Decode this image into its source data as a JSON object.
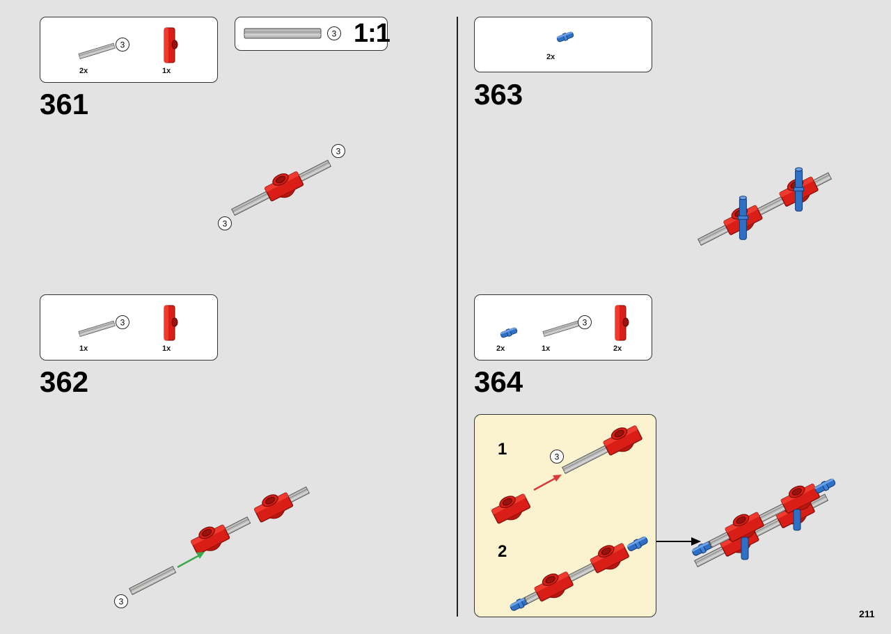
{
  "page": {
    "number": "211"
  },
  "scale_box": {
    "axle_length": "3",
    "ratio": "1:1"
  },
  "steps": [
    {
      "number": "361",
      "parts": [
        {
          "name": "axle",
          "length": "3",
          "quantity": "2x"
        },
        {
          "name": "red-connector",
          "quantity": "1x"
        }
      ],
      "callouts": [
        "3",
        "3"
      ]
    },
    {
      "number": "362",
      "parts": [
        {
          "name": "axle",
          "length": "3",
          "quantity": "1x"
        },
        {
          "name": "red-connector",
          "quantity": "1x"
        }
      ],
      "callouts": [
        "3"
      ]
    },
    {
      "number": "363",
      "parts": [
        {
          "name": "blue-pin",
          "quantity": "2x"
        }
      ]
    },
    {
      "number": "364",
      "parts": [
        {
          "name": "blue-pin",
          "quantity": "2x"
        },
        {
          "name": "axle",
          "length": "3",
          "quantity": "1x"
        },
        {
          "name": "red-connector",
          "quantity": "2x"
        }
      ],
      "substeps": [
        {
          "number": "1",
          "callout": "3"
        },
        {
          "number": "2"
        }
      ]
    }
  ],
  "colors": {
    "background": "#e3e3e3",
    "connector_red": "#d81e16",
    "pin_blue": "#2f6fc4",
    "axle_gray": "#b7b7b5",
    "callout_bg": "#fbf2cf",
    "arrow_green": "#3aa84b",
    "arrow_red": "#d83a3a"
  }
}
